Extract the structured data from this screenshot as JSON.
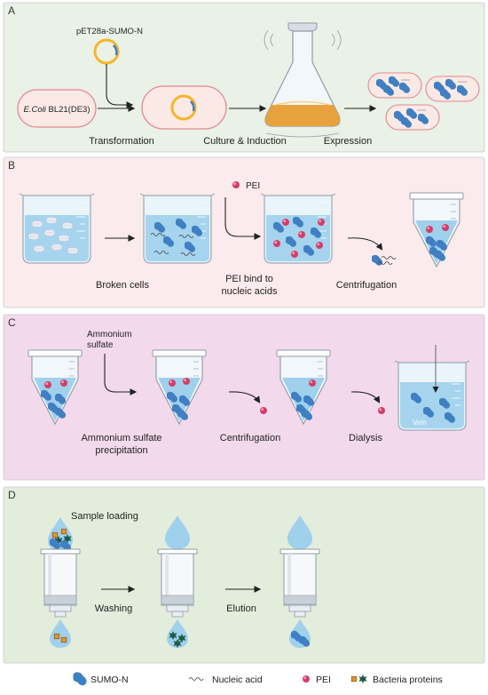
{
  "colors": {
    "panel_a_bg": "#eaf1e6",
    "panel_b_bg": "#fcebec",
    "panel_c_bg": "#f3d9ec",
    "panel_d_bg": "#e3eddc",
    "panel_border": "#c9c9c9",
    "sumo": "#3f7fc2",
    "pei": "#d43d67",
    "liquid": "#9fd0ec",
    "glass": "#e9f4fb",
    "plasmid": "#f3b52c",
    "cell_border": "#e2898f",
    "cell_fill": "#f7d9d7",
    "broth": "#e8a23d",
    "contaminant_orange": "#e2962a",
    "contaminant_green": "#1f5b45"
  },
  "panel_a": {
    "letter": "A",
    "plasmid_label": "pET28a-SUMO-N",
    "strain_italic": "E.Coli",
    "strain_rest": " BL21(DE3)",
    "step1": "Transformation",
    "step2": "Culture & Induction",
    "step3": "Expression"
  },
  "panel_b": {
    "letter": "B",
    "pei_label": "PEI",
    "step1": "Broken cells",
    "step2_line1": "PEI bind to",
    "step2_line2": "nucleic acids",
    "step3": "Centrifugation"
  },
  "panel_c": {
    "letter": "C",
    "reagent_line1": "Ammonium",
    "reagent_line2": "sulfate",
    "step1_line1": "Ammonium sulfate",
    "step1_line2": "precipitation",
    "step2": "Centrifugation",
    "step3": "Dialysis",
    "beaker_label": "Vein"
  },
  "panel_d": {
    "letter": "D",
    "step0": "Sample loading",
    "step1": "Washing",
    "step2": "Elution"
  },
  "legend": {
    "sumo": "SUMO-N",
    "nucleic": "Nucleic acid",
    "pei": "PEI",
    "bacteria": "Bacteria proteins"
  }
}
